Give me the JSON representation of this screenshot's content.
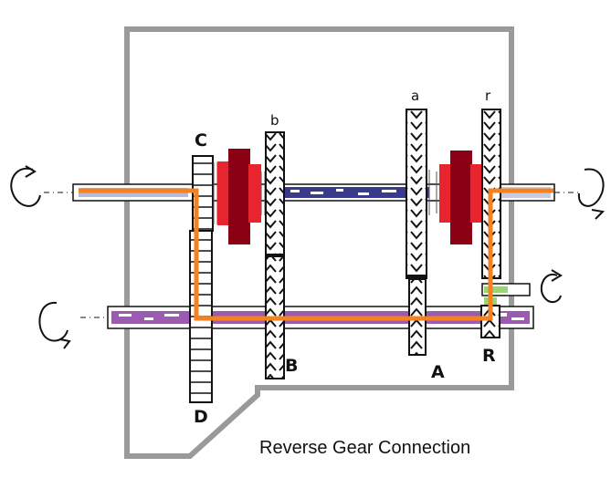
{
  "diagram": {
    "title": "Reverse Gear Connection",
    "labels": {
      "C": "C",
      "D": "D",
      "B": "B",
      "A": "A",
      "R": "R",
      "a": "a",
      "b": "b",
      "r": "r"
    },
    "colors": {
      "housing": "#9a9a9a",
      "power_path": "#f5821f",
      "main_shaft": "#3a3a8c",
      "counter_shaft": "#9a5cb0",
      "synchro_dark": "#8b0014",
      "synchro_light": "#e8252e",
      "idler_shaft": "#9bd27a",
      "gear_outline": "#111111"
    },
    "icons": [
      "rotation-arrow-icon"
    ]
  }
}
